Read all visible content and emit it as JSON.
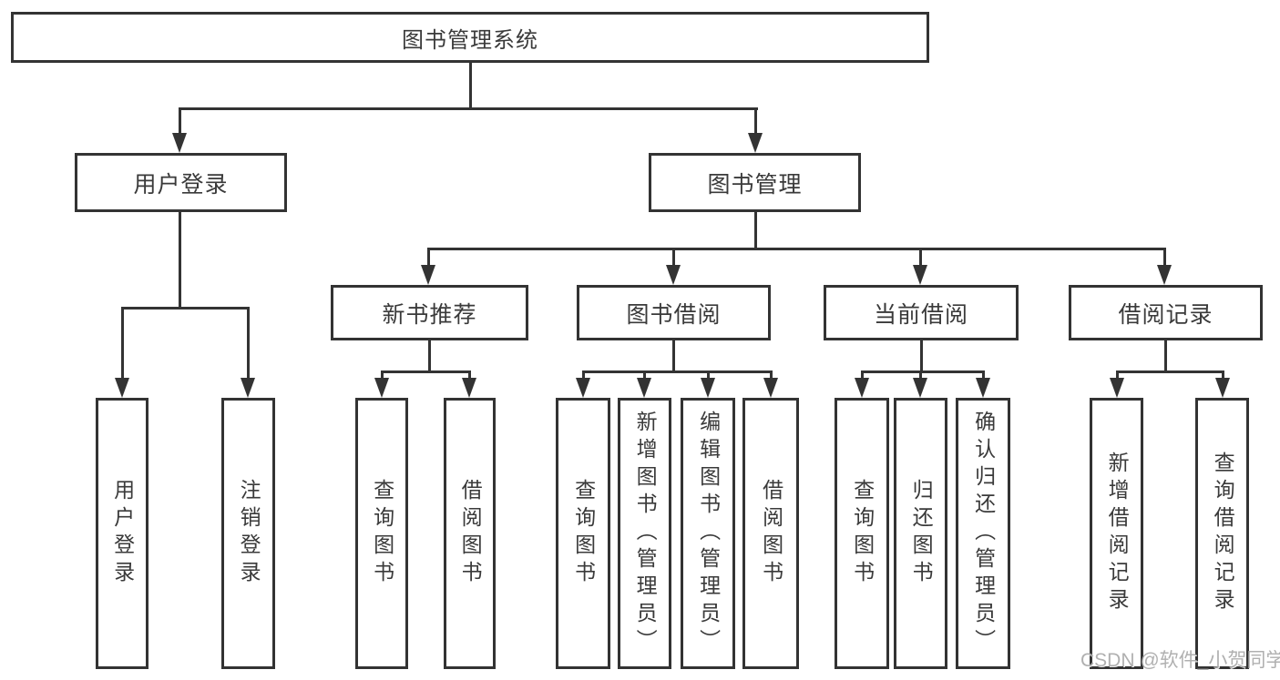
{
  "page": {
    "background": "#ffffff"
  },
  "colors": {
    "line": "#333333",
    "text": "#3a3a3a",
    "watermark": "#a8a8a8"
  },
  "diagram": {
    "root": {
      "label": "图书管理系统"
    },
    "branches": [
      {
        "label": "用户登录",
        "children": [
          {
            "label": "用户登录"
          },
          {
            "label": "注销登录"
          }
        ]
      },
      {
        "label": "图书管理",
        "children": [
          {
            "label": "新书推荐",
            "children": [
              {
                "label": "查询图书"
              },
              {
                "label": "借阅图书"
              }
            ]
          },
          {
            "label": "图书借阅",
            "children": [
              {
                "label": "查询图书"
              },
              {
                "label": "新增图书（管理员）"
              },
              {
                "label": "编辑图书（管理员）"
              },
              {
                "label": "借阅图书"
              }
            ]
          },
          {
            "label": "当前借阅",
            "children": [
              {
                "label": "查询图书"
              },
              {
                "label": "归还图书"
              },
              {
                "label": "确认归还（管理员）"
              }
            ]
          },
          {
            "label": "借阅记录",
            "children": [
              {
                "label": "新增借阅记录"
              },
              {
                "label": "查询借阅记录"
              }
            ]
          }
        ]
      }
    ]
  },
  "watermark": {
    "text": "CSDN @软件_小贺同学"
  }
}
